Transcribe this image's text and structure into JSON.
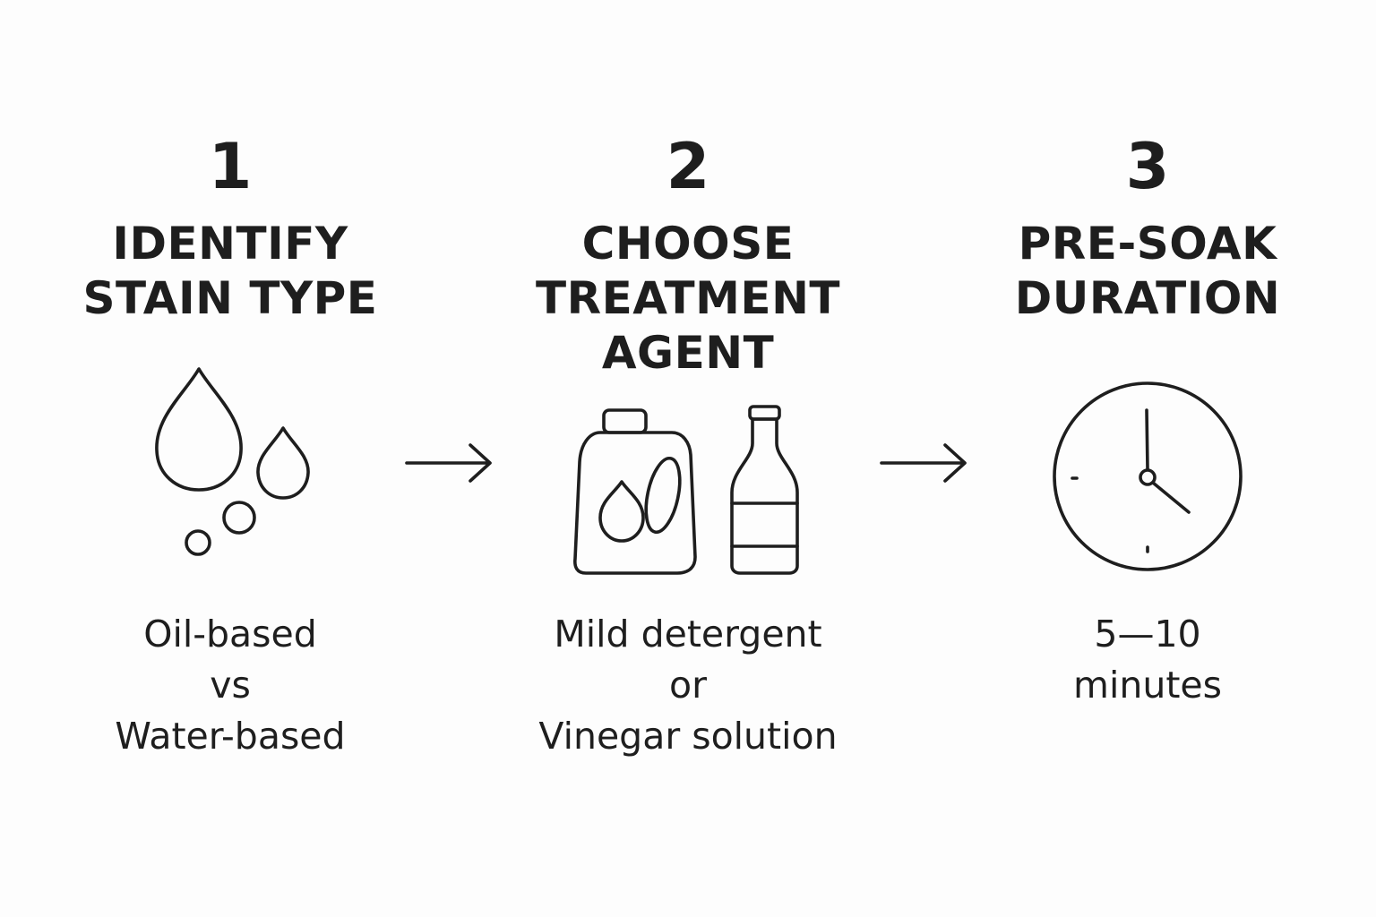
{
  "steps": [
    {
      "number": "1",
      "title_lines": [
        "IDENTIFY",
        "STAIN TYPE"
      ],
      "desc_lines": [
        "Oil-based",
        "vs",
        "Water-based"
      ],
      "icon": "droplets-icon"
    },
    {
      "number": "2",
      "title_lines": [
        "CHOOSE",
        "TREATMENT",
        "AGENT"
      ],
      "desc_lines": [
        "Mild detergent",
        "or",
        "Vinegar solution"
      ],
      "icon": "detergent-and-bottle-icon"
    },
    {
      "number": "3",
      "title_lines": [
        "PRE-SOAK",
        "DURATION"
      ],
      "desc_lines": [
        "5—10",
        "minutes"
      ],
      "icon": "clock-icon"
    }
  ],
  "arrows": [
    "right-arrow-icon",
    "right-arrow-icon"
  ],
  "colors": {
    "background": "#fdfdfd",
    "ink": "#1e1e1e"
  }
}
